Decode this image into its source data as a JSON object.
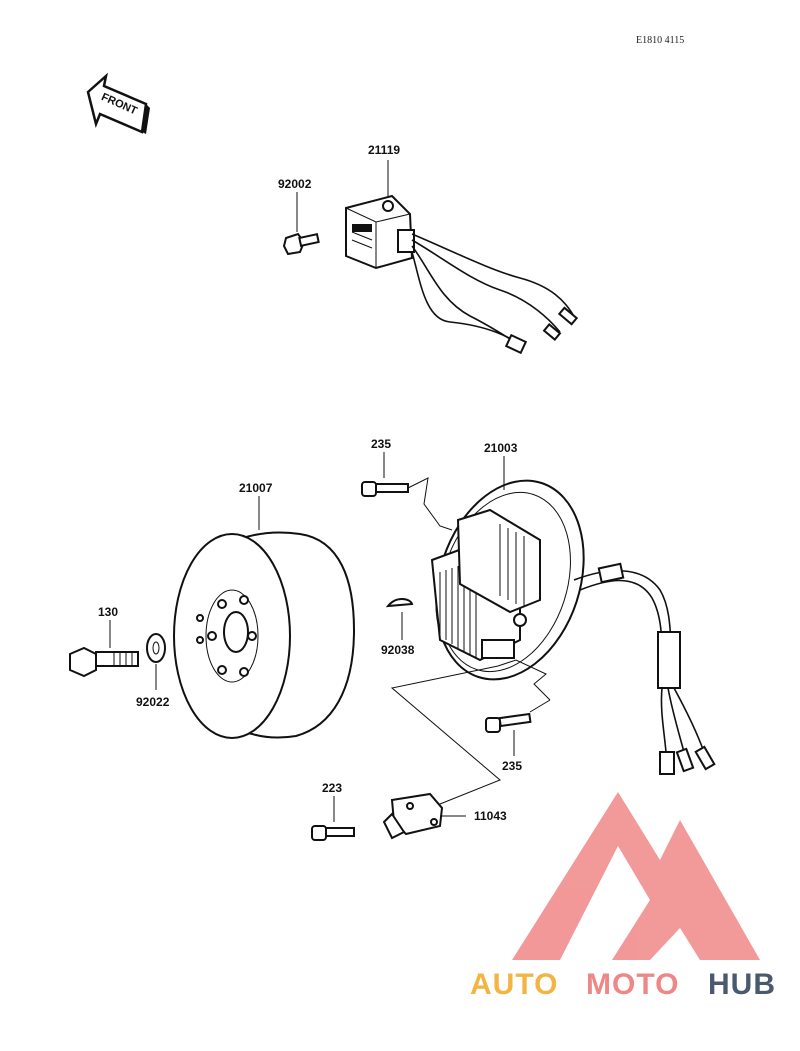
{
  "diagram": {
    "ref_code": "E1810 4115",
    "front_label": "FRONT",
    "part_labels": {
      "p21119": "21119",
      "p92002": "92002",
      "p235_top": "235",
      "p21003": "21003",
      "p21007": "21007",
      "p130": "130",
      "p92022": "92022",
      "p92038": "92038",
      "p235_bottom": "235",
      "p223": "223",
      "p11043": "11043"
    }
  },
  "watermark": {
    "part1": "AUTO",
    "part2": "MOTO",
    "part3": "HUB",
    "colors": {
      "auto": "#f2b544",
      "moto": "#f08787",
      "hub": "#4a5a6e",
      "logo": "#f08787"
    }
  }
}
